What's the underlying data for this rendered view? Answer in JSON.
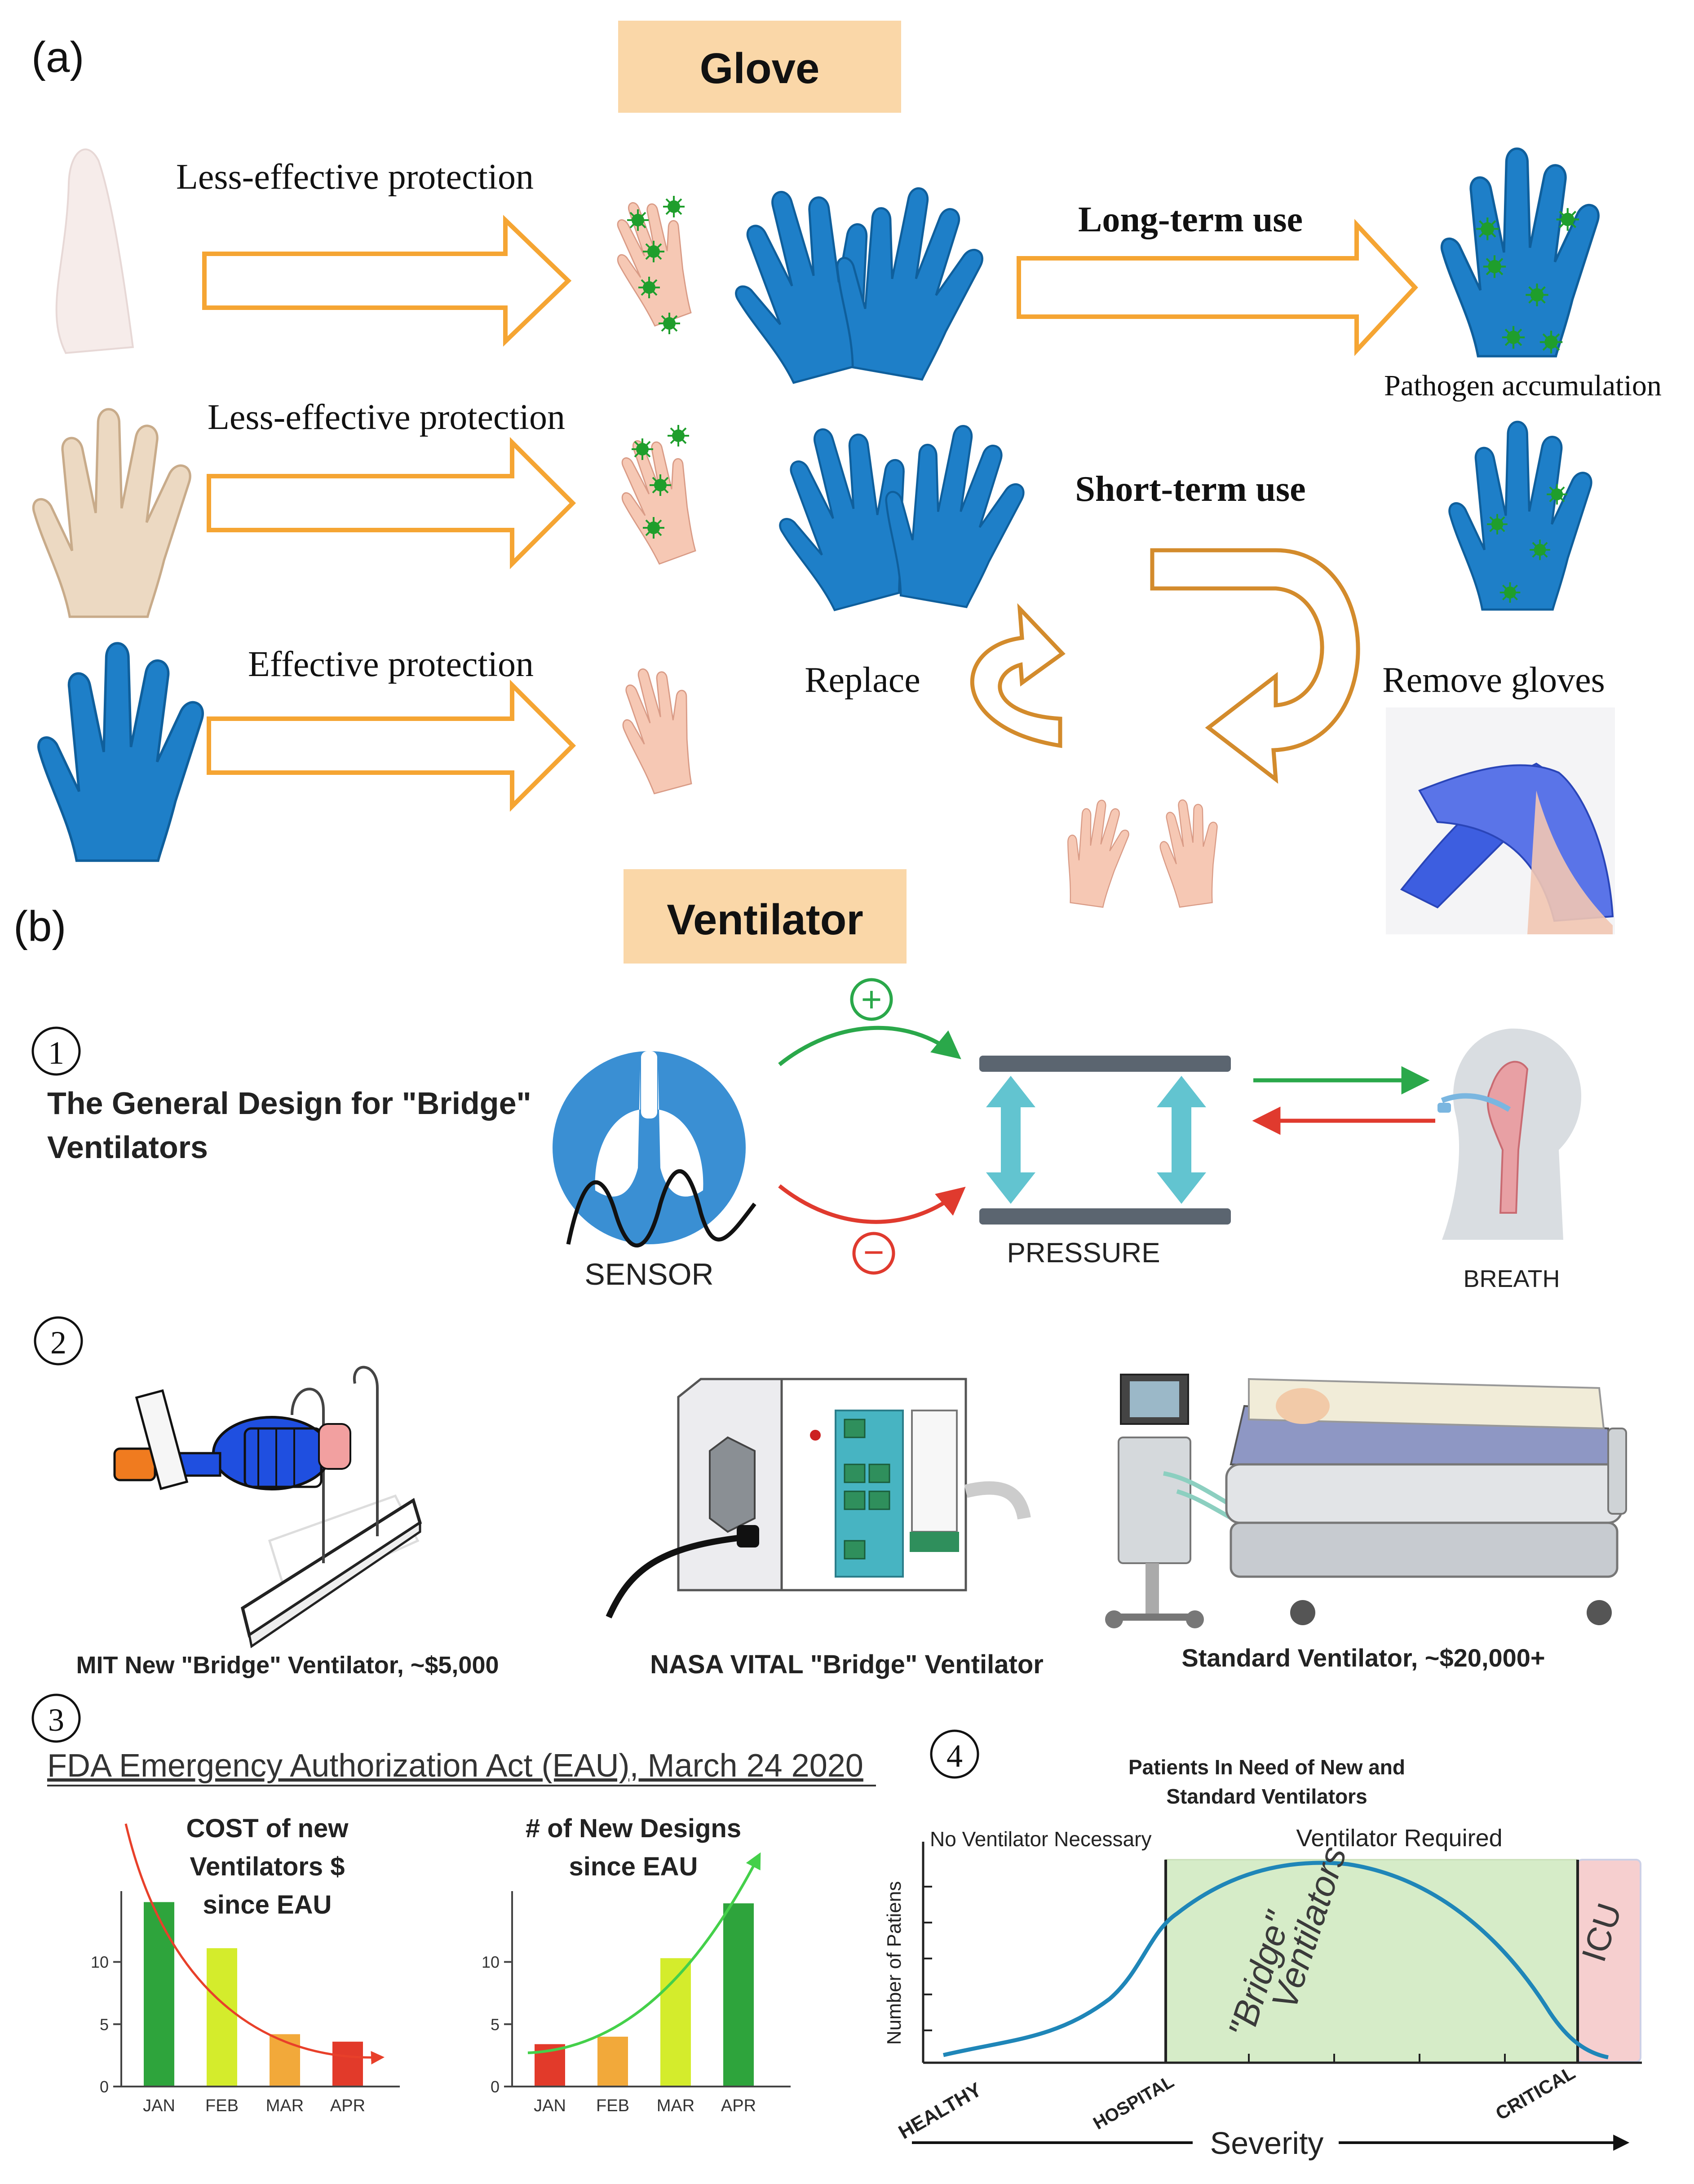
{
  "panel_a": {
    "label": "(a)",
    "title": "Glove",
    "row1_label": "Less-effective protection",
    "row2_label": "Less-effective protection",
    "row3_label": "Effective protection",
    "long_term": "Long-term use",
    "short_term": "Short-term use",
    "pathogen": "Pathogen accumulation",
    "replace": "Replace",
    "remove": "Remove gloves"
  },
  "panel_b": {
    "label": "(b)",
    "title": "Ventilator",
    "s1_num": "1",
    "s1_title_line1": "The General Design for \"Bridge\"",
    "s1_title_line2": "Ventilators",
    "plus": "+",
    "minus": "−",
    "sensor": "SENSOR",
    "pressure": "PRESSURE",
    "breath": "BREATH",
    "s2_num": "2",
    "mit": "MIT New \"Bridge\" Ventilator, ~$5,000",
    "nasa": "NASA VITAL \"Bridge\" Ventilator",
    "standard": "Standard Ventilator, ~$20,000+",
    "s3_num": "3",
    "fda": "FDA Emergency Authorization Act (EAU), March 24 2020",
    "s4_num": "4"
  },
  "colors": {
    "orange_arrow": "#f5a533",
    "tan_label": "#fad7a8",
    "glove_blue": "#1e7fc8",
    "curved_arrow": "#d38b2c",
    "sensor_blue": "#3a8fd3",
    "teal": "#62c4d0",
    "green": "#2aa84a",
    "red": "#e03a2e",
    "zone_green": "#d6ecc8",
    "zone_red": "#f6cfcf",
    "curve": "#1f86b8"
  },
  "chart_data": [
    {
      "type": "bar",
      "title": "COST of new Ventilators $ since EAU",
      "categories": [
        "JAN",
        "FEB",
        "MAR",
        "APR"
      ],
      "values": [
        14.8,
        11.1,
        4.2,
        3.6
      ],
      "bar_colors": [
        "#2ea43c",
        "#d4ec2c",
        "#f2a93a",
        "#e23a2a"
      ],
      "yticks": [
        "0",
        "5",
        "10"
      ],
      "ylim": [
        0,
        15.5
      ],
      "trend": "decreasing red curve"
    },
    {
      "type": "bar",
      "title": "# of New Designs since EAU",
      "categories": [
        "JAN",
        "FEB",
        "MAR",
        "APR"
      ],
      "values": [
        3.4,
        4.0,
        10.3,
        14.7
      ],
      "bar_colors": [
        "#e23a2a",
        "#f2a93a",
        "#d4ec2c",
        "#2ea43c"
      ],
      "yticks": [
        "0",
        "5",
        "10"
      ],
      "ylim": [
        0,
        15.5
      ],
      "trend": "increasing green curve"
    },
    {
      "type": "area",
      "title": "Patients In Need of New and Standard Ventilators",
      "ylabel": "Number of Patiens",
      "xlabel": "Severity",
      "x_labels": [
        "HEALTHY",
        "HOSPITAL",
        "CRITICAL"
      ],
      "zones": [
        "No Ventilator Necessary",
        "Ventilator Required",
        "\"Bridge\" Ventilators",
        "ICU"
      ]
    }
  ]
}
